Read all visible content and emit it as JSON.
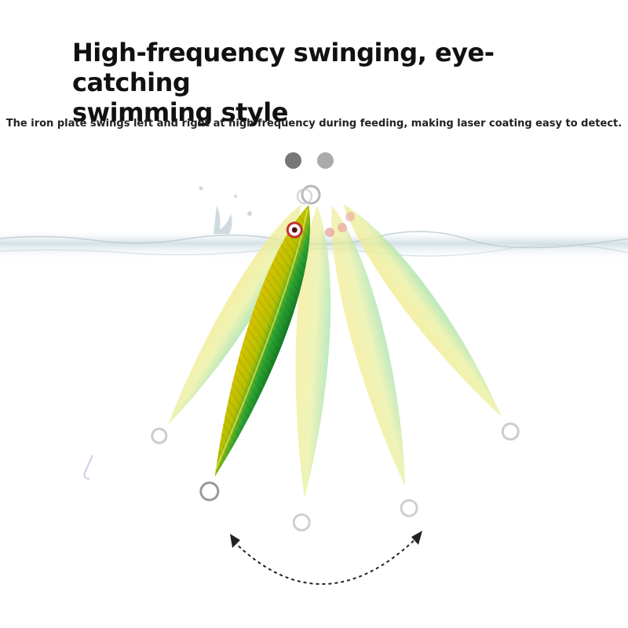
{
  "headline": {
    "line1": "High-frequency swinging, eye-catching",
    "line2": "swimming style"
  },
  "description": "The iron plate swings left and right at high frequency during feeding, making laser coating easy to detect.",
  "pager": {
    "total": 2,
    "active_index": 0
  },
  "illustration": {
    "subject": "metal jig lure swinging under water surface",
    "colors": {
      "lure_yellow": "#e8d400",
      "lure_green": "#1f9a2a",
      "ghost_yellow": "#f2ea8a",
      "ghost_green": "#9fe0a8",
      "water": "#d6e4ea",
      "arrow": "#222222"
    }
  }
}
